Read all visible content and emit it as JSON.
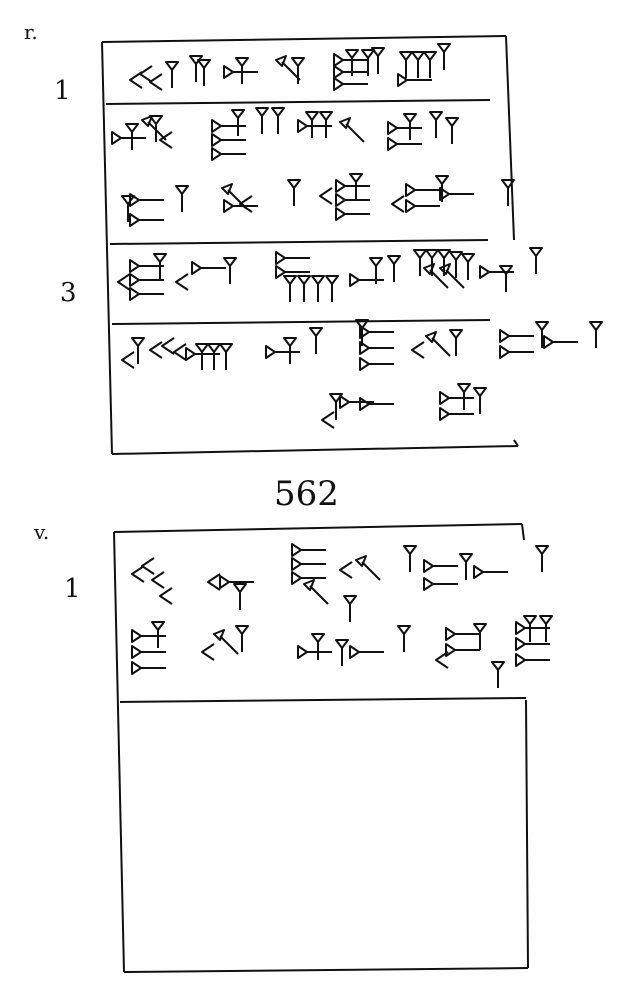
{
  "obverse": {
    "side_label": "r.",
    "line_numbers": [
      "1",
      "3"
    ]
  },
  "tablet_number": "562",
  "reverse": {
    "side_label": "v.",
    "line_numbers": [
      "1"
    ]
  },
  "colors": {
    "ink": "#111111",
    "paper": "#ffffff"
  }
}
